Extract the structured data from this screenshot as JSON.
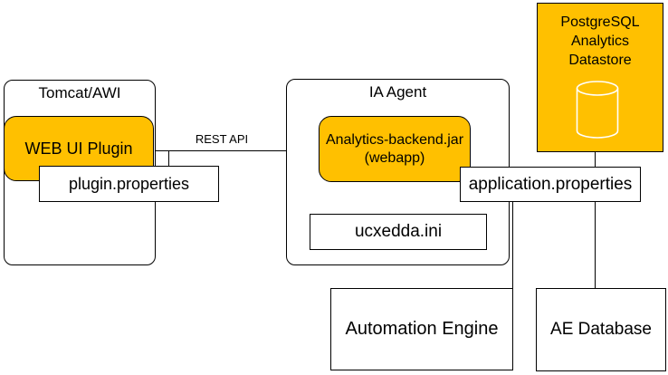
{
  "diagram": {
    "nodes": {
      "tomcat": {
        "title": "Tomcat/AWI"
      },
      "web_ui_plugin": {
        "label": "WEB UI Plugin"
      },
      "plugin_properties": {
        "label": "plugin.properties"
      },
      "ia_agent": {
        "title": "IA Agent"
      },
      "analytics_backend": {
        "line1": "Analytics-backend.jar",
        "line2": "(webapp)"
      },
      "ucxedda": {
        "label": "ucxedda.ini"
      },
      "postgres": {
        "line1": "PostgreSQL",
        "line2": "Analytics",
        "line3": "Datastore",
        "icon": "database-cylinder-icon"
      },
      "application_properties": {
        "label": "application.properties"
      },
      "automation_engine": {
        "label": "Automation Engine"
      },
      "ae_database": {
        "label": "AE Database"
      }
    },
    "connections": {
      "rest_api": {
        "label": "REST API"
      }
    },
    "colors": {
      "accent_orange": "#FFC000",
      "border": "#000000",
      "box_fill": "#FFFFFF",
      "cylinder_stroke": "#FFFFFF"
    }
  }
}
